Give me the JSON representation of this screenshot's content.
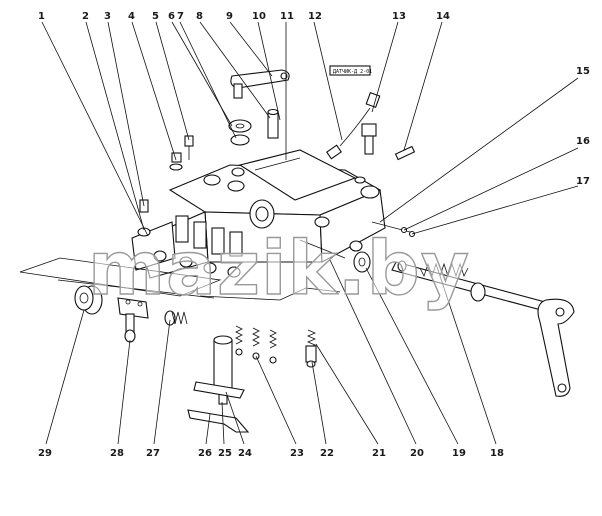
{
  "diagram": {
    "callouts": [
      "1",
      "2",
      "3",
      "4",
      "5",
      "6",
      "7",
      "8",
      "9",
      "10",
      "11",
      "12",
      "13",
      "14",
      "15",
      "16",
      "17",
      "18",
      "19",
      "20",
      "21",
      "22",
      "23",
      "24",
      "25",
      "26",
      "27",
      "28",
      "29"
    ],
    "sensor_tag": "ДАТЧИК-Д 2-01",
    "watermark": "mazik.by"
  }
}
